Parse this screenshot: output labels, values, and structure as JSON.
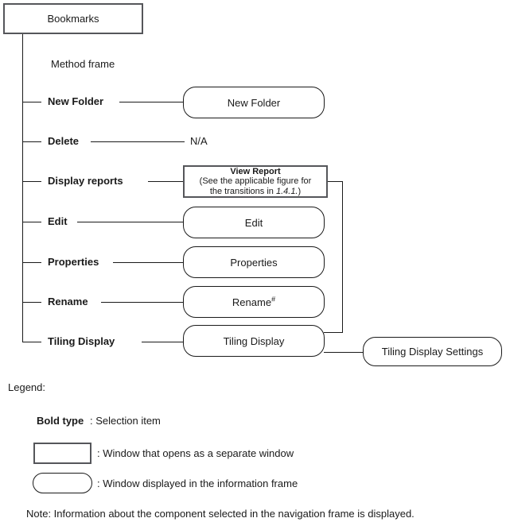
{
  "diagram": {
    "root_label": "Bookmarks",
    "frame_label": "Method frame",
    "rows": [
      {
        "label": "New Folder",
        "target": "New Folder"
      },
      {
        "label": "Delete",
        "target": "N/A"
      },
      {
        "label": "Display reports",
        "target": "View Report"
      },
      {
        "label": "Edit",
        "target": "Edit"
      },
      {
        "label": "Properties",
        "target": "Properties"
      },
      {
        "label": "Rename",
        "target": "Rename",
        "target_sup": "#"
      },
      {
        "label": "Tiling Display",
        "target": "Tiling Display"
      }
    ],
    "view_report": {
      "title": "View Report",
      "line2": "(See the applicable figure for",
      "line3_pre": "the transitions in ",
      "line3_ref": "1.4.1.",
      "line3_post": ")"
    },
    "settings_label": "Tiling Display Settings"
  },
  "legend": {
    "heading": "Legend:",
    "bold_label": "Bold type",
    "bold_desc": ": Selection item",
    "rect_desc": ": Window that opens as a separate window",
    "rounded_desc": ": Window displayed in the information frame"
  },
  "note": "Note: Information about the component selected in the navigation frame is displayed.",
  "colors": {
    "line": "#1a1a1a",
    "rect_border": "#55565a",
    "rounded_border": "#1a1a1a"
  }
}
